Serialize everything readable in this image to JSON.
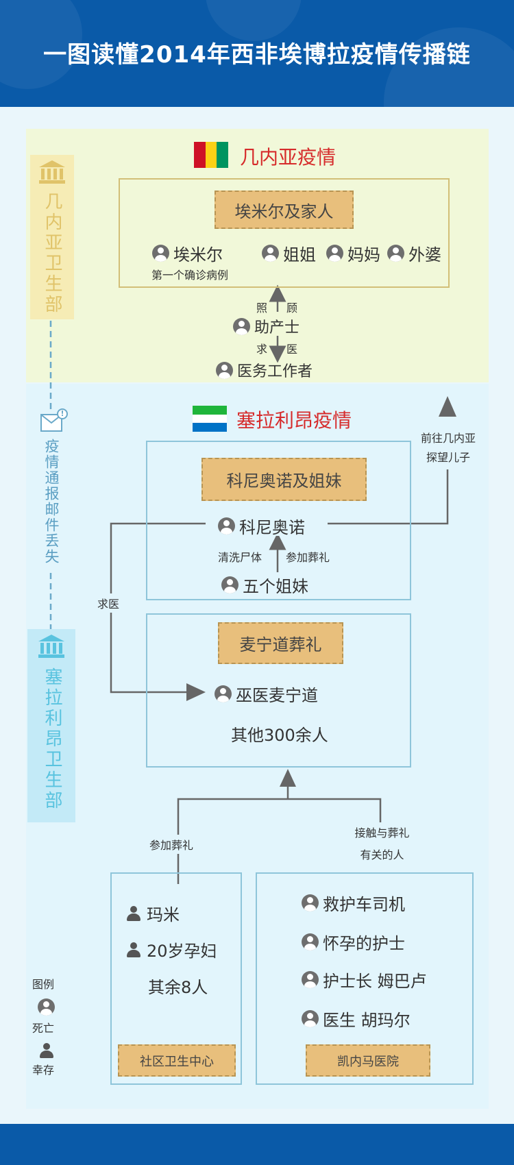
{
  "header": {
    "title": "一图读懂2014年西非埃博拉疫情传播链"
  },
  "colors": {
    "header_bg": "#0a5aa8",
    "guinea_bg": "#f1f8d9",
    "sierra_bg": "#e2f5fc",
    "section_title": "#d62b2b",
    "tag_fill": "#e8bf7c"
  },
  "guinea": {
    "title": "几内亚疫情",
    "flag": [
      "#ce1126",
      "#fcd116",
      "#009460"
    ],
    "ministry": "几内亚卫生部",
    "family_tag": "埃米尔及家人",
    "emil": "埃米尔",
    "emil_note": "第一个确诊病例",
    "sister": "姐姐",
    "mother": "妈妈",
    "grandma": "外婆",
    "care_left": "照",
    "care_right": "顾",
    "midwife": "助产士",
    "seek_left": "求",
    "seek_right": "医",
    "medical_worker": "医务工作者"
  },
  "mail": {
    "label": "疫情通报邮件丢失"
  },
  "sierra": {
    "title": "塞拉利昂疫情",
    "flag": [
      "#1eb53a",
      "#ffffff",
      "#0072c6"
    ],
    "ministry": "塞拉利昂卫生部",
    "koni_tag": "科尼奥诺及姐妹",
    "koni": "科尼奥诺",
    "wash_body": "清洗尸体",
    "attend_funeral": "参加葬礼",
    "five_sisters": "五个姐妹",
    "to_guinea": "前往几内亚\n探望儿子",
    "seek_doctor": "求医",
    "funeral_tag": "麦宁道葬礼",
    "witch_doctor": "巫医麦宁道",
    "others": "其他300余人",
    "attend_funeral_2": "参加葬礼",
    "contact_funeral": "接触与葬礼\n有关的人",
    "community": {
      "mami": "玛米",
      "pregnant": "20岁孕妇",
      "rest": "其余8人",
      "tag": "社区卫生中心"
    },
    "hospital": {
      "driver": "救护车司机",
      "nurse": "怀孕的护士",
      "head_nurse": "护士长 姆巴卢",
      "doctor": "医生 胡玛尔",
      "tag": "凯内马医院"
    }
  },
  "legend": {
    "title": "图例",
    "dead": "死亡",
    "survived": "幸存"
  }
}
